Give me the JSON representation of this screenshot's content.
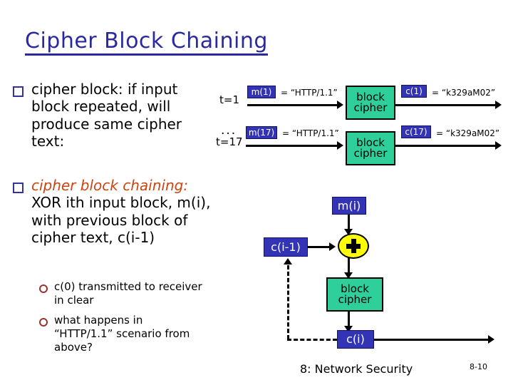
{
  "slide": {
    "title": "Cipher Block Chaining",
    "footer": "8: Network Security",
    "page_number": "8-10",
    "colors": {
      "title_blue": "#2a2a9e",
      "box_blue": "#3333b5",
      "cipher_teal": "#2ecf9a",
      "xor_yellow": "#ffff00",
      "highlight_orange": "#cc4411",
      "bullet_square": "#333399",
      "bullet_circle": "#993333"
    }
  },
  "bullets": [
    {
      "marker": "square",
      "text": "cipher block: if input block repeated, will produce same cipher text:"
    },
    {
      "marker": "square",
      "highlight": "cipher block chaining:",
      "text": " XOR ith input block, m(i), with previous block of cipher text, c(i-1)"
    },
    {
      "marker": "circle",
      "text": "c(0) transmitted to receiver in clear"
    },
    {
      "marker": "circle",
      "text": "what happens in “HTTP/1.1” scenario from above?"
    }
  ],
  "ecb_diagram": {
    "rows": [
      {
        "time_label": "t=1",
        "input_box": "m(1)",
        "input_value": "= “HTTP/1.1”",
        "cipher_line1": "block",
        "cipher_line2": "cipher",
        "output_box": "c(1)",
        "output_value": "= “k329aM02”"
      },
      {
        "time_label": "t=17",
        "input_box": "m(17)",
        "input_value": "= “HTTP/1.1”",
        "cipher_line1": "block",
        "cipher_line2": "cipher",
        "output_box": "c(17)",
        "output_value": "= “k329aM02”"
      }
    ],
    "ellipsis": "..."
  },
  "cbc_diagram": {
    "message_box": "m(i)",
    "prev_cipher_box": "c(i-1)",
    "xor_symbol": "+",
    "cipher_line1": "block",
    "cipher_line2": "cipher",
    "output_box": "c(i)"
  }
}
